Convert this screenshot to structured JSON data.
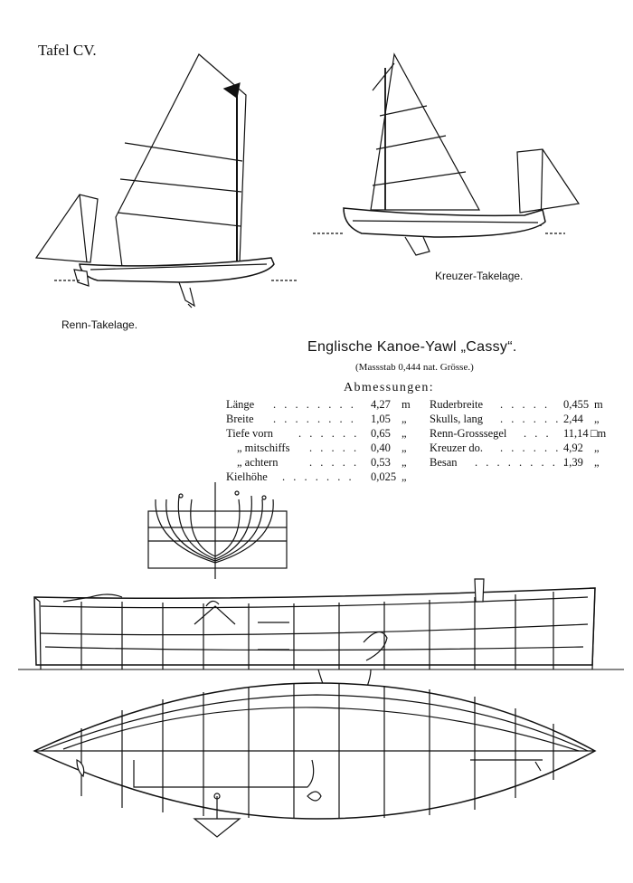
{
  "plate_label": "Tafel CV.",
  "captions": {
    "renn": "Renn-Takelage.",
    "kreuzer": "Kreuzer-Takelage."
  },
  "title": "Englische Kanoe-Yawl „Cassy“.",
  "scale_note": "(Massstab 0,444 nat. Grösse.)",
  "dimensions_heading": "Abmessungen:",
  "dimensions_left": [
    {
      "label": "Länge",
      "value": "4,27",
      "unit": "m"
    },
    {
      "label": "Breite",
      "value": "1,05",
      "unit": "„"
    },
    {
      "label": "Tiefe vorn",
      "value": "0,65",
      "unit": "„"
    },
    {
      "label": "„ mitschiffs",
      "value": "0,40",
      "unit": "„"
    },
    {
      "label": "„ achtern",
      "value": "0,53",
      "unit": "„"
    },
    {
      "label": "Kielhöhe",
      "value": "0,025",
      "unit": "„"
    }
  ],
  "dimensions_right": [
    {
      "label": "Ruderbreite",
      "value": "0,455",
      "unit": "m"
    },
    {
      "label": "Skulls, lang",
      "value": "2,44",
      "unit": "„"
    },
    {
      "label": "Renn-Grosssegel",
      "value": "11,14",
      "unit": "□m"
    },
    {
      "label": "Kreuzer do.",
      "value": "4,92",
      "unit": "„"
    },
    {
      "label": "Besan",
      "value": "1,39",
      "unit": "„"
    }
  ]
}
